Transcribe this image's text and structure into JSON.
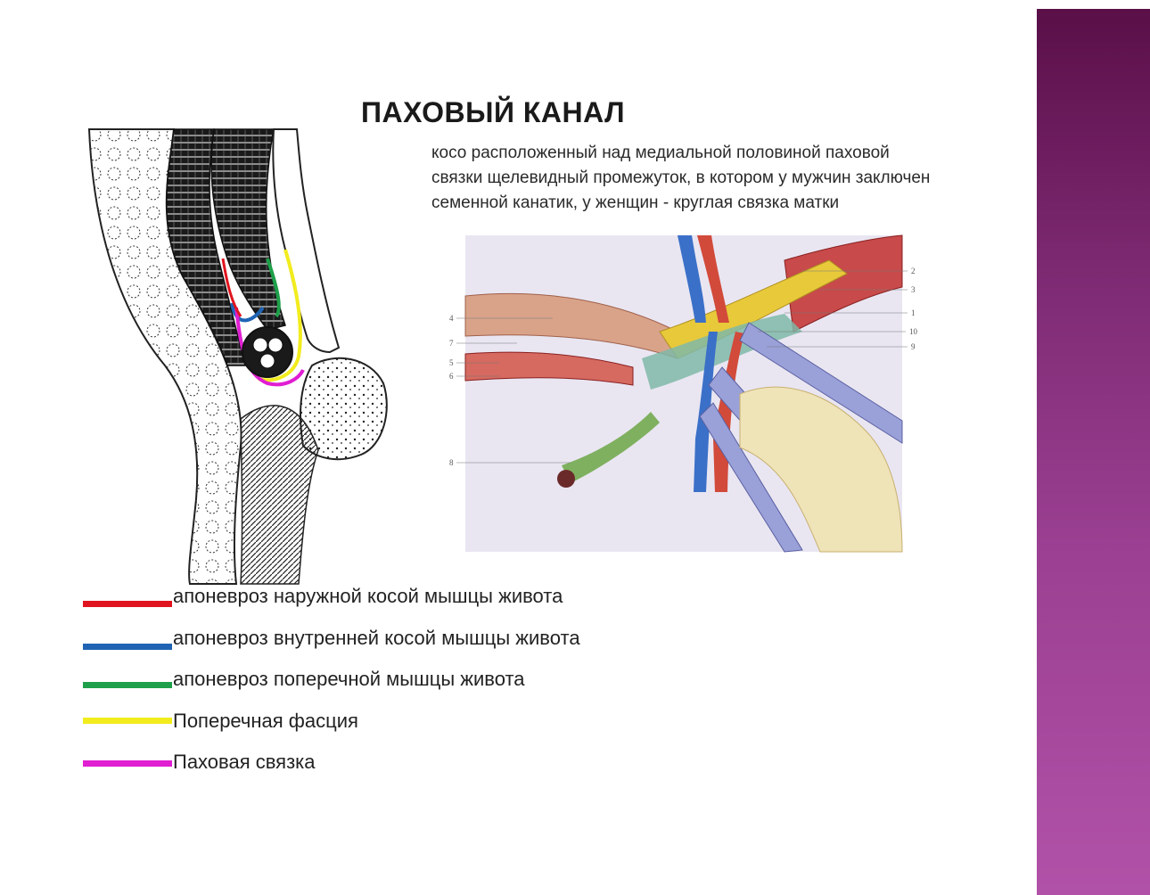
{
  "slide": {
    "title": "ПАХОВЫЙ КАНАЛ",
    "definition": "косо расположенный над медиальной половиной паховой связки щелевидный промежуток, в котором у мужчин заключен семенной канатик, у женщин - круглая связка матки",
    "accent_band_color": "#8a3580"
  },
  "legend": [
    {
      "label": "апоневроз наружной косой мышцы живота",
      "color": "#e0141e"
    },
    {
      "label": "апоневроз внутренней косой мышцы живота",
      "color": "#1f64b4"
    },
    {
      "label": "апоневроз поперечной мышцы живота",
      "color": "#1ea04a"
    },
    {
      "label": "Поперечная фасция",
      "color": "#f2ec1e"
    },
    {
      "label": "Паховая связка",
      "color": "#e01ed2"
    }
  ],
  "right_figure_numbers": [
    "2",
    "3",
    "1",
    "10",
    "9",
    "4",
    "7",
    "5",
    "6",
    "8"
  ]
}
